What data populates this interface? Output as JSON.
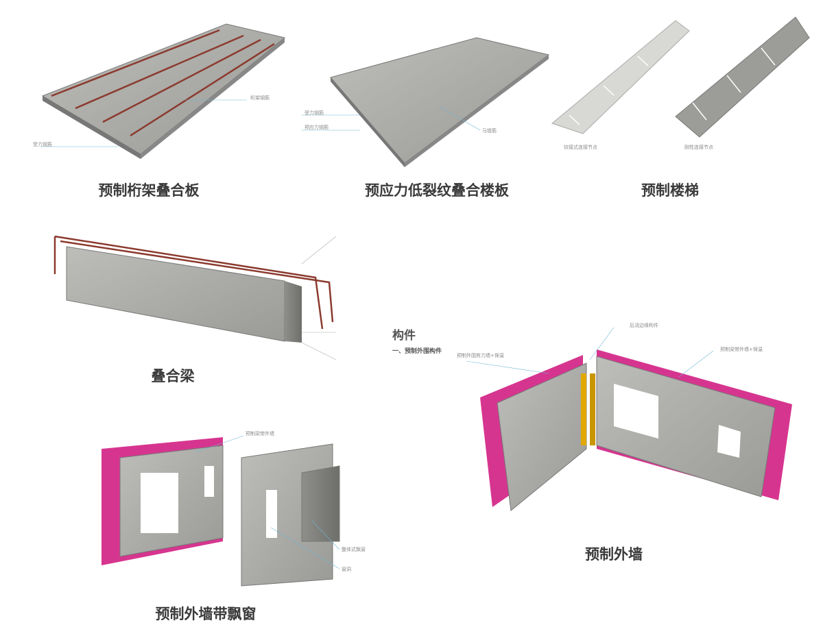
{
  "captions": {
    "truss_slab": "预制桁架叠合板",
    "prestressed_slab": "预应力低裂纹叠合楼板",
    "stairs": "预制楼梯",
    "composite_beam": "叠合梁",
    "exterior_wall": "预制外墙",
    "wall_bay_window": "预制外墙带飘窗"
  },
  "labels": {
    "truss_rebar": "桁架钢筋",
    "stress_rebar_1": "受力钢筋",
    "stress_rebar_2": "受力钢筋",
    "prestress_rebar": "预应力钢筋",
    "mesh_rebar": "马镫筋",
    "hinge_node": "铰接式连接节点",
    "rigid_node": "刚性连接节点",
    "panel_title": "构件",
    "panel_sub": "一、预制外围构件",
    "shear_wall": "预制外围剪力墙+保温",
    "cast_edge": "后浇边缘构件",
    "beam_wall": "预制梁带外墙+保温",
    "beam_outer_wall": "预制梁带外墙",
    "bay_window": "整体式飘窗",
    "opening": "窗洞"
  },
  "colors": {
    "concrete": "#a9a9a6",
    "concrete_dark": "#8a8a86",
    "rebar": "#8b3a2e",
    "insulation": "#d6358f",
    "post_cast": "#e0a800",
    "leader_line": "#6fb7d6"
  }
}
